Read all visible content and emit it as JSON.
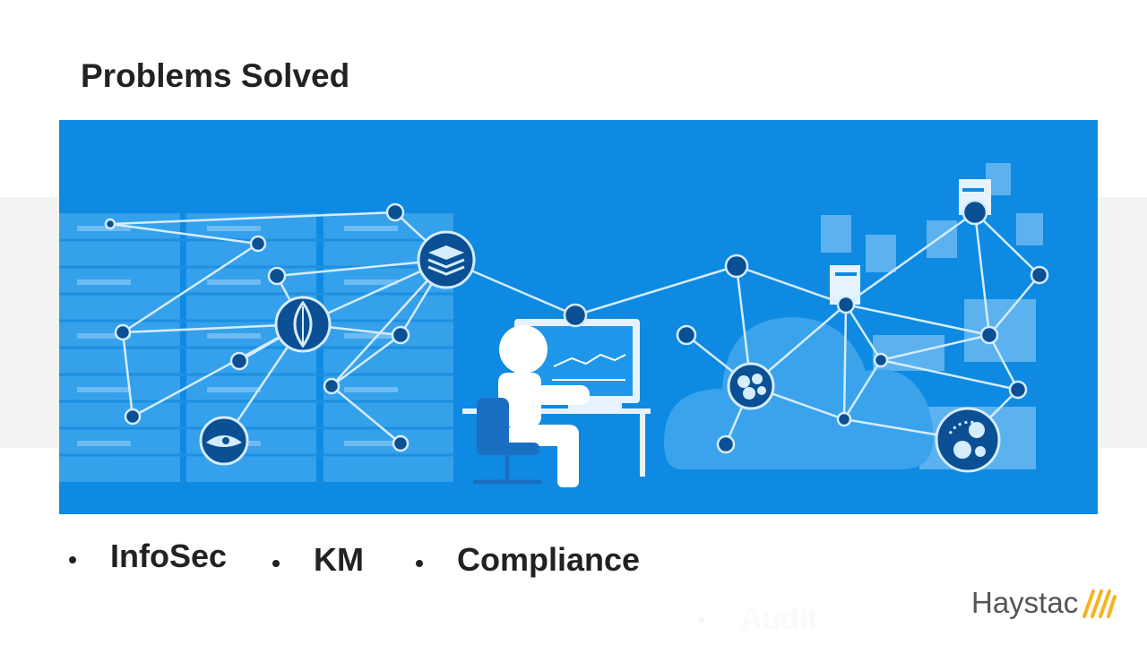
{
  "slide": {
    "title": "Problems Solved"
  },
  "bullets": [
    {
      "label": "InfoSec"
    },
    {
      "label": "KM"
    },
    {
      "label": "Compliance"
    }
  ],
  "faded_bullet": {
    "label": "Audit"
  },
  "logo": {
    "wordmark": "Haystac",
    "slash_color": "#f2b51c"
  },
  "colors": {
    "hero_background": "#0e8ae2",
    "node_dark": "#0b4f94",
    "line": "#d6ecff",
    "panel_light": "#3aa3ec"
  },
  "illustration": {
    "icons": [
      "server-rack-icon",
      "database-stack-icon",
      "leaf-icon",
      "eye-icon",
      "person-at-computer-icon",
      "cloud-icon",
      "cluster-icon",
      "graph-orbit-icon",
      "server-icon"
    ]
  }
}
